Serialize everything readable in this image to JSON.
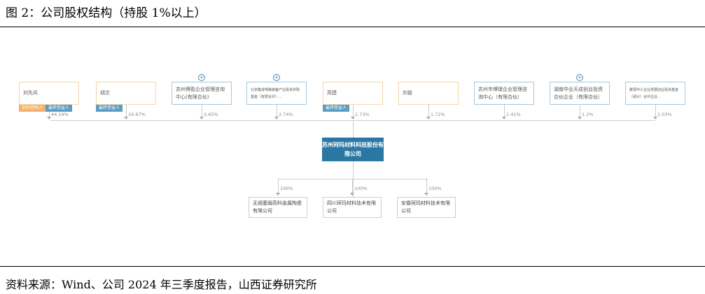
{
  "title": "图 2：公司股权结构（持股 1%以上）",
  "source": "资料来源：Wind、公司 2024 年三季度报告，山西证券研究所",
  "company": "苏州珂玛材料科技股份有限公司",
  "shareholders": [
    {
      "name": "刘先兵",
      "pct": "44.19%",
      "type": "person",
      "tags": [
        "实际控制人",
        "最终受益人"
      ]
    },
    {
      "name": "胡文",
      "pct": "16.67%",
      "type": "person",
      "tags": [
        "最终受益人"
      ]
    },
    {
      "name": "苏州博盈企业管理咨询中心(有限合伙)",
      "pct": "3.65%",
      "type": "org",
      "expand": true
    },
    {
      "name": "北京集成电路装备产业投资并购基金（有限合伙）...",
      "pct": "2.74%",
      "type": "org",
      "expand": true,
      "small": true
    },
    {
      "name": "高建",
      "pct": "1.73%",
      "type": "person",
      "tags": [
        "最终受益人"
      ]
    },
    {
      "name": "刘俊",
      "pct": "1.72%",
      "type": "person"
    },
    {
      "name": "苏州市博璟企业管理咨询中心（有限合伙）",
      "pct": "1.41%",
      "type": "org"
    },
    {
      "name": "湖南华业天成创业投资合伙企业（有限合伙）",
      "pct": "1.2%",
      "type": "org",
      "expand": true
    },
    {
      "name": "聚源中小企业发展创业投资基金（绍兴）合伙企业...",
      "pct": "1.03%",
      "type": "org",
      "small": true
    }
  ],
  "subsidiaries": [
    {
      "name": "无锡塞姆高科金属陶瓷有限公司",
      "pct": "100%"
    },
    {
      "name": "四川珂玛材料技术有限公司",
      "pct": "100%"
    },
    {
      "name": "安徽珂玛材料技术有限公司",
      "pct": "100%"
    }
  ],
  "colors": {
    "tag_controller": "#f5b06a",
    "tag_beneficiary": "#5b9cc4",
    "center": "#2a77a3"
  }
}
